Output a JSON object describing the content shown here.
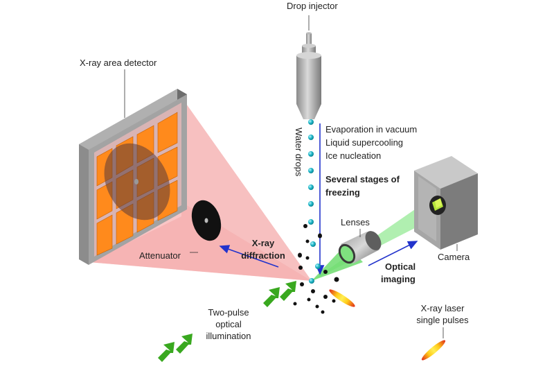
{
  "labels": {
    "drop_injector": "Drop injector",
    "xray_area_detector": "X-ray area detector",
    "water_drops": "Water drops",
    "evaporation": "Evaporation in vacuum",
    "supercooling": "Liquid supercooling",
    "nucleation": "Ice nucleation",
    "stages_line1": "Several stages of",
    "stages_line2": "freezing",
    "lenses": "Lenses",
    "camera": "Camera",
    "attenuator": "Attenuator",
    "xray_diff_line1": "X-ray",
    "xray_diff_line2": "diffraction",
    "optical_line1": "Optical",
    "optical_line2": "imaging",
    "two_pulse_line1": "Two-pulse",
    "two_pulse_line2": "optical",
    "two_pulse_line3": "illumination",
    "xray_laser_line1": "X-ray laser",
    "xray_laser_line2": "single pulses"
  },
  "colors": {
    "detector_panel": "#ff8a1c",
    "detector_frame": "#9a9a9a",
    "xray_cone": "#f4a6a6",
    "optical_beam": "#7fe07f",
    "water_drop": "#1fb8c9",
    "ice_particle": "#111111",
    "arrow_blue": "#2233cc",
    "pulse_green": "#39a81f",
    "laser_pulse": "#ffd21a"
  }
}
